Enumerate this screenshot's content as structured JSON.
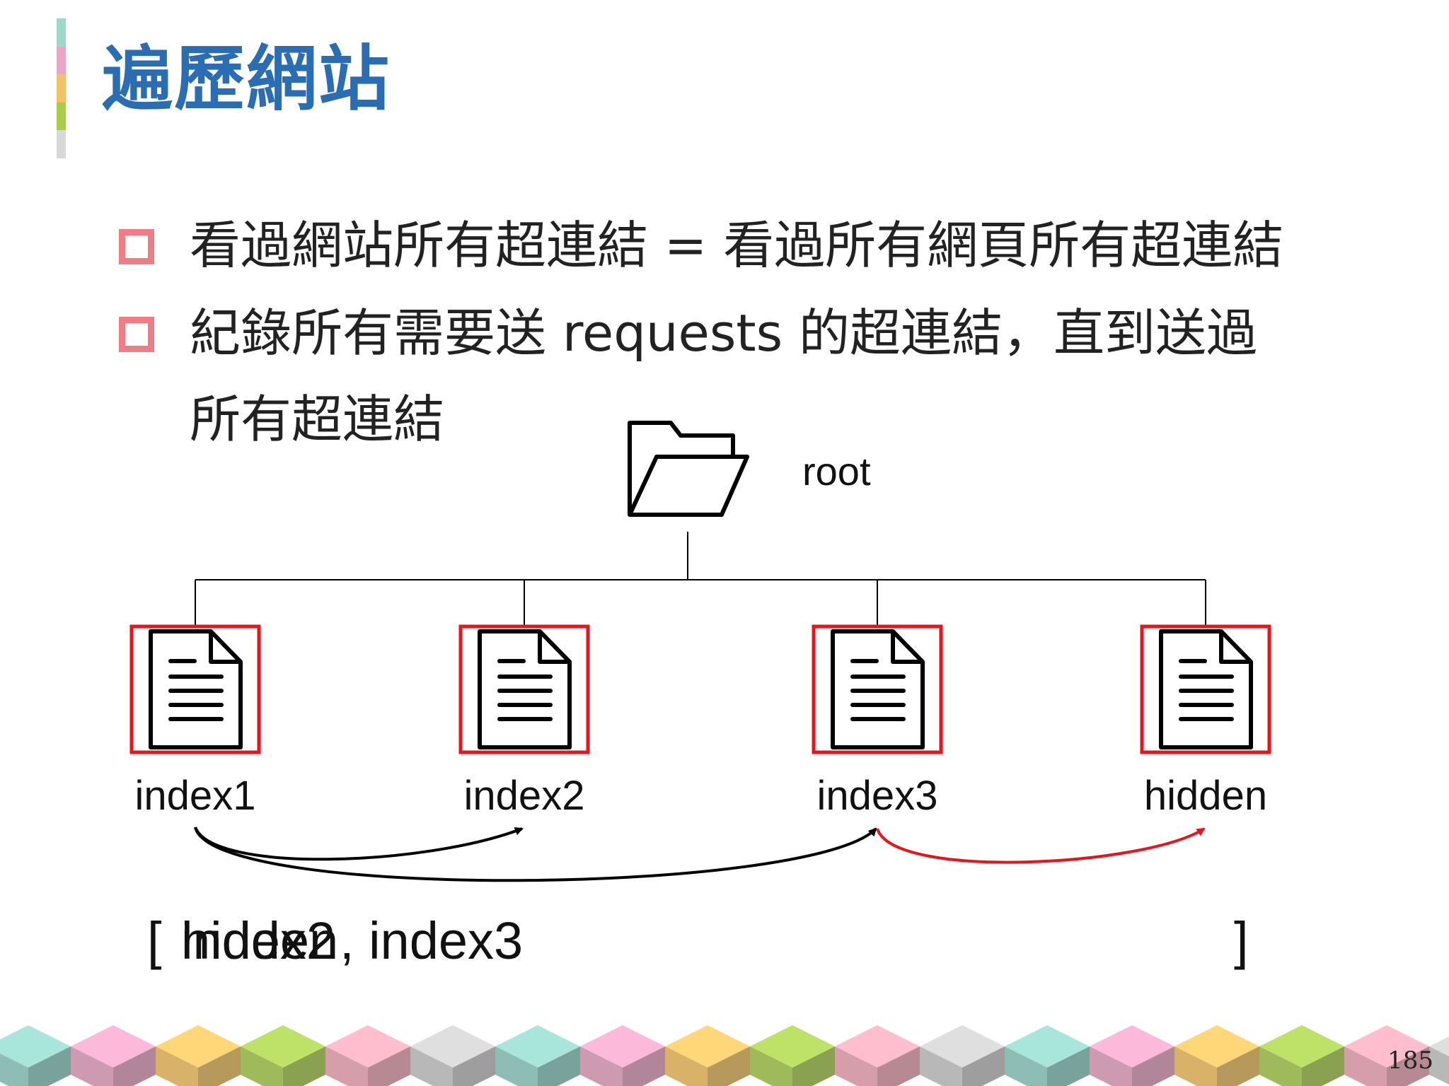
{
  "slide": {
    "title": "遍歷網站",
    "page_number": "185",
    "accent_colors": [
      "#9fd8c9",
      "#e9a7c3",
      "#f3c266",
      "#a9cd4a",
      "#d8d8d8"
    ]
  },
  "bullets": [
    "看過網站所有超連結 = 看過所有網頁所有超連結",
    "紀錄所有需要送 requests 的超連結，直到送過所有超連結"
  ],
  "diagram": {
    "root_label": "root",
    "nodes": [
      {
        "label": "index1"
      },
      {
        "label": "index2"
      },
      {
        "label": "index3"
      },
      {
        "label": "hidden"
      }
    ],
    "queue": {
      "open_bracket": "[",
      "overlapping_items": [
        "index2",
        "hidden"
      ],
      "separator_item": ", index3",
      "close_bracket": "]"
    },
    "colors": {
      "highlight": "#e8141c",
      "line": "#000000",
      "red_arrow": "#e8141c"
    }
  }
}
